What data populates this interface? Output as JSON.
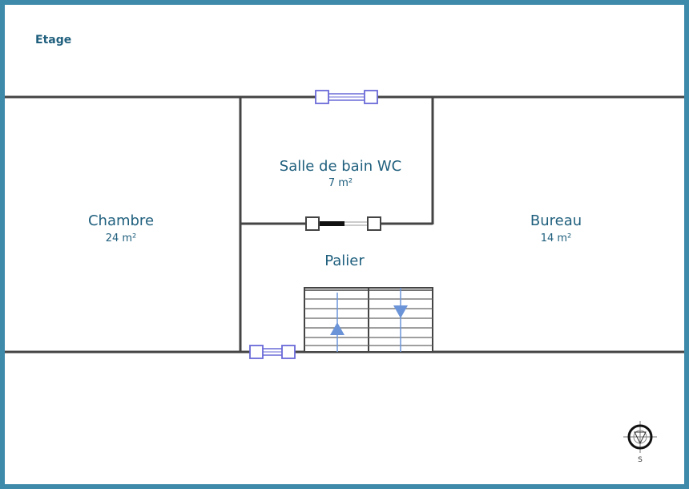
{
  "plan": {
    "title": "Etage",
    "rooms": [
      {
        "name": "Chambre",
        "area": "24 m²"
      },
      {
        "name": "Salle de bain WC",
        "area": "7 m²"
      },
      {
        "name": "Bureau",
        "area": "14 m²"
      },
      {
        "name": "Palier",
        "area": ""
      }
    ],
    "compass_letter": "S"
  },
  "colors": {
    "frame": "#3d8aab",
    "text": "#1f5f7d",
    "wall": "#444444",
    "opening": "#6a6ad8",
    "stair_arrow": "#6b94d8"
  },
  "icons": [
    "window-icon",
    "door-icon",
    "stair-up-icon",
    "stair-down-icon",
    "compass-icon"
  ]
}
